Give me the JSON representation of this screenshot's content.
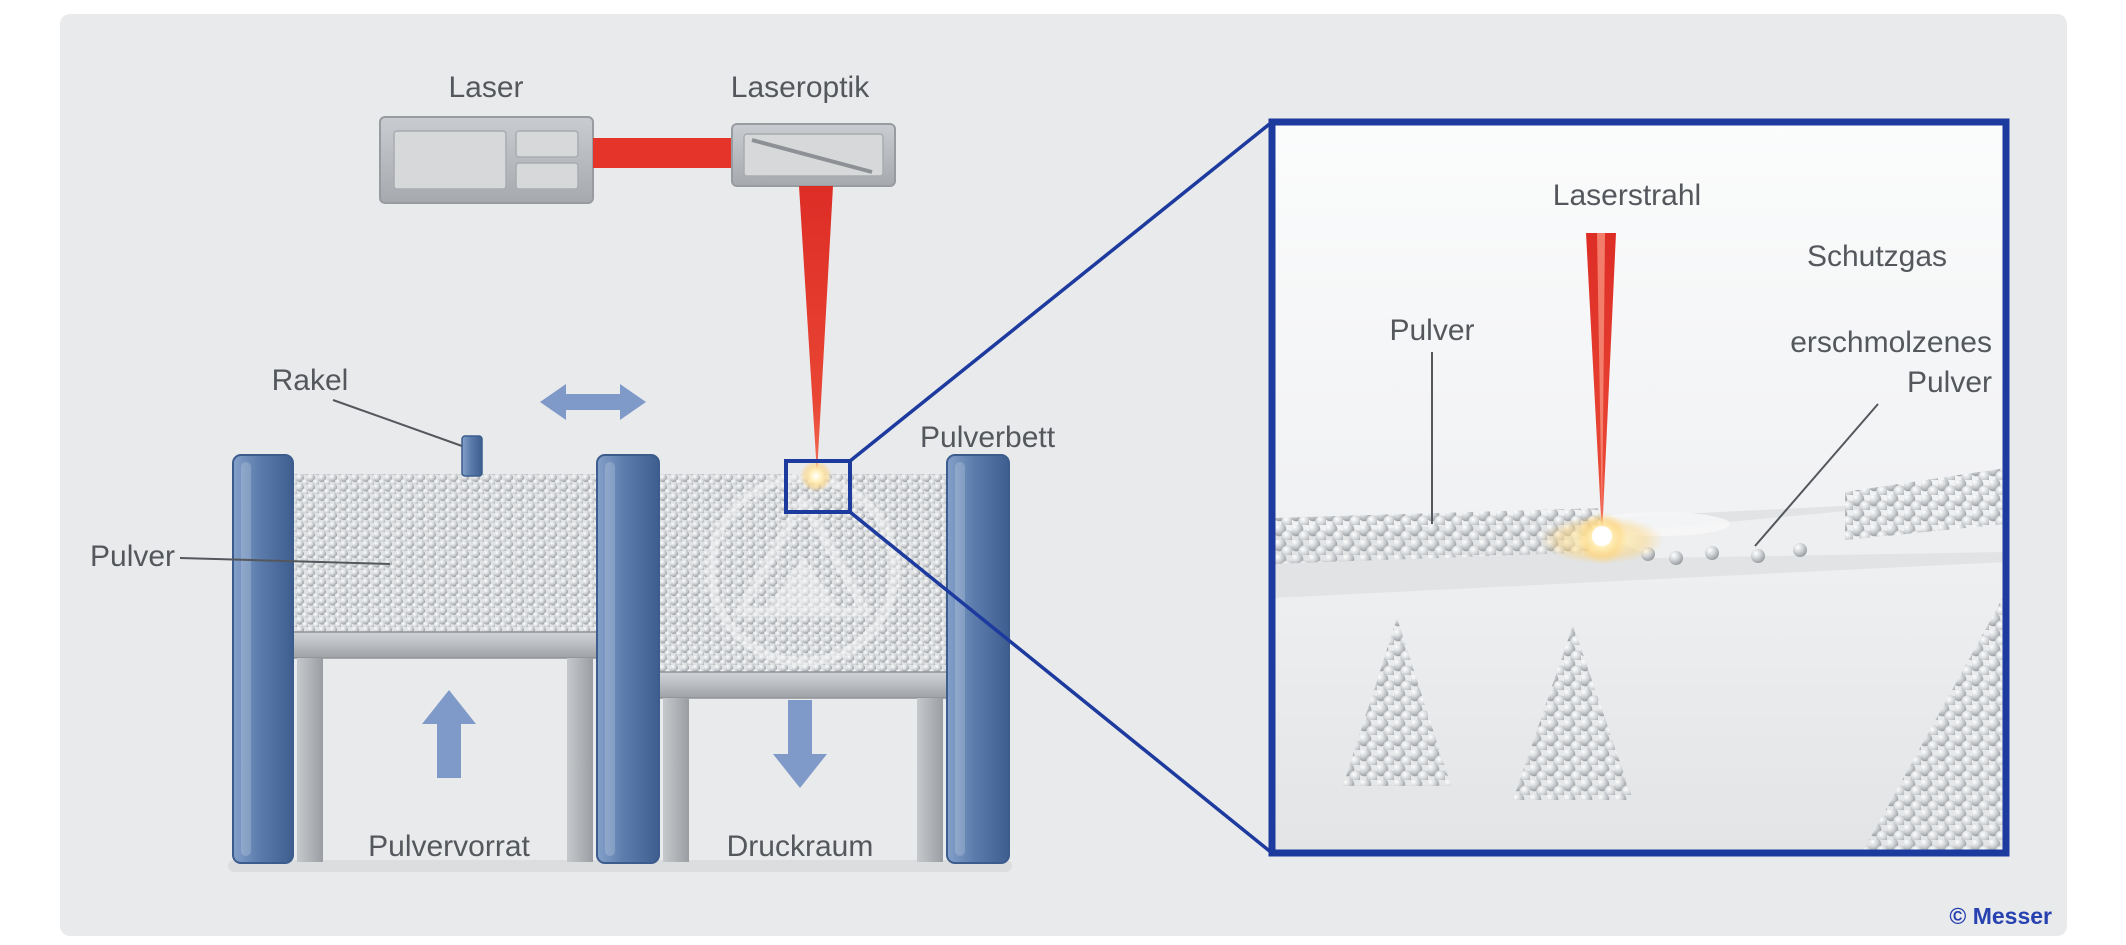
{
  "machine": {
    "labels": {
      "laser": "Laser",
      "laseroptik": "Laseroptik",
      "rakel": "Rakel",
      "pulver": "Pulver",
      "pulvervorrat": "Pulvervorrat",
      "druckraum": "Druckraum",
      "pulverbett": "Pulverbett"
    }
  },
  "inset": {
    "labels": {
      "laserstrahl": "Laserstrahl",
      "schutzgas": "Schutzgas",
      "pulver": "Pulver",
      "erschmolzenes_pulver_line1": "erschmolzenes",
      "erschmolzenes_pulver_line2": "Pulver"
    }
  },
  "credit": "© Messer",
  "colors": {
    "background_panel": "#e9eaec",
    "outline_blue": "#1d3a9e",
    "machine_blue": "#5b7cab",
    "arrow_blue": "#7f9ac8",
    "laser_red": "#e5352b",
    "glow_yellow": "#ffd47a",
    "label_text": "#54575c",
    "credit_blue": "#2742b0"
  }
}
